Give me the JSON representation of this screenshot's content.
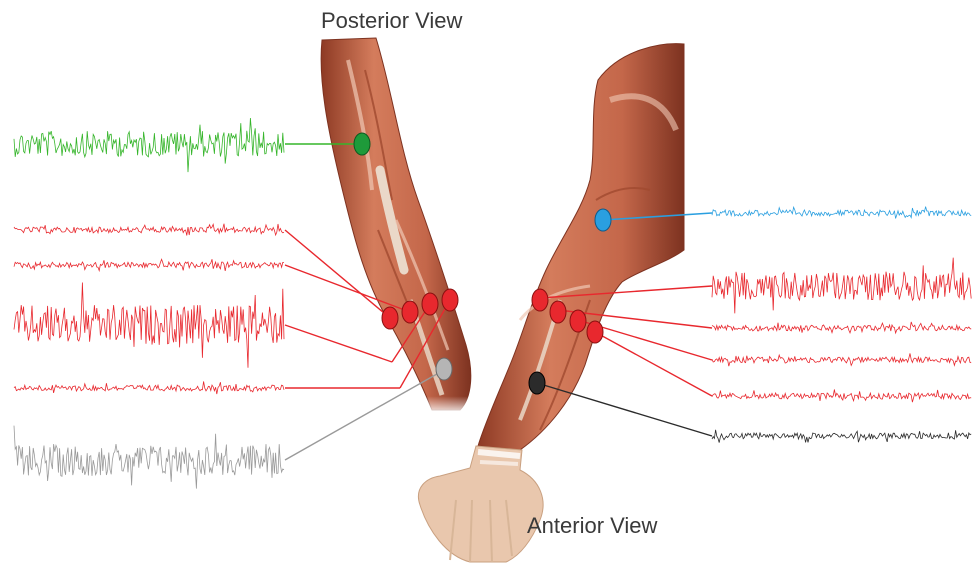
{
  "views": {
    "posterior_title": "Posterior View",
    "anterior_title": "Anterior View"
  },
  "colors": {
    "green": "#35b52a",
    "red": "#e8282e",
    "gray": "#9a9a9a",
    "blue": "#2a9fe0",
    "black": "#2b2b2b",
    "muscle": "#c4674a",
    "muscle_dark": "#8e3a24",
    "tendon": "#ead8c8",
    "skin": "#e9c7ad"
  },
  "posterior_channels": [
    {
      "id": "green-1",
      "color": "green",
      "amplitude": "high"
    },
    {
      "id": "red-1",
      "color": "red",
      "amplitude": "low"
    },
    {
      "id": "red-2",
      "color": "red",
      "amplitude": "low"
    },
    {
      "id": "red-3",
      "color": "red",
      "amplitude": "high"
    },
    {
      "id": "red-4",
      "color": "red",
      "amplitude": "low"
    },
    {
      "id": "gray-1",
      "color": "gray",
      "amplitude": "high"
    }
  ],
  "anterior_channels": [
    {
      "id": "blue-1",
      "color": "blue",
      "amplitude": "low"
    },
    {
      "id": "red-1",
      "color": "red",
      "amplitude": "high"
    },
    {
      "id": "red-2",
      "color": "red",
      "amplitude": "low"
    },
    {
      "id": "red-3",
      "color": "red",
      "amplitude": "low"
    },
    {
      "id": "red-4",
      "color": "red",
      "amplitude": "low"
    },
    {
      "id": "black-1",
      "color": "black",
      "amplitude": "low"
    }
  ]
}
